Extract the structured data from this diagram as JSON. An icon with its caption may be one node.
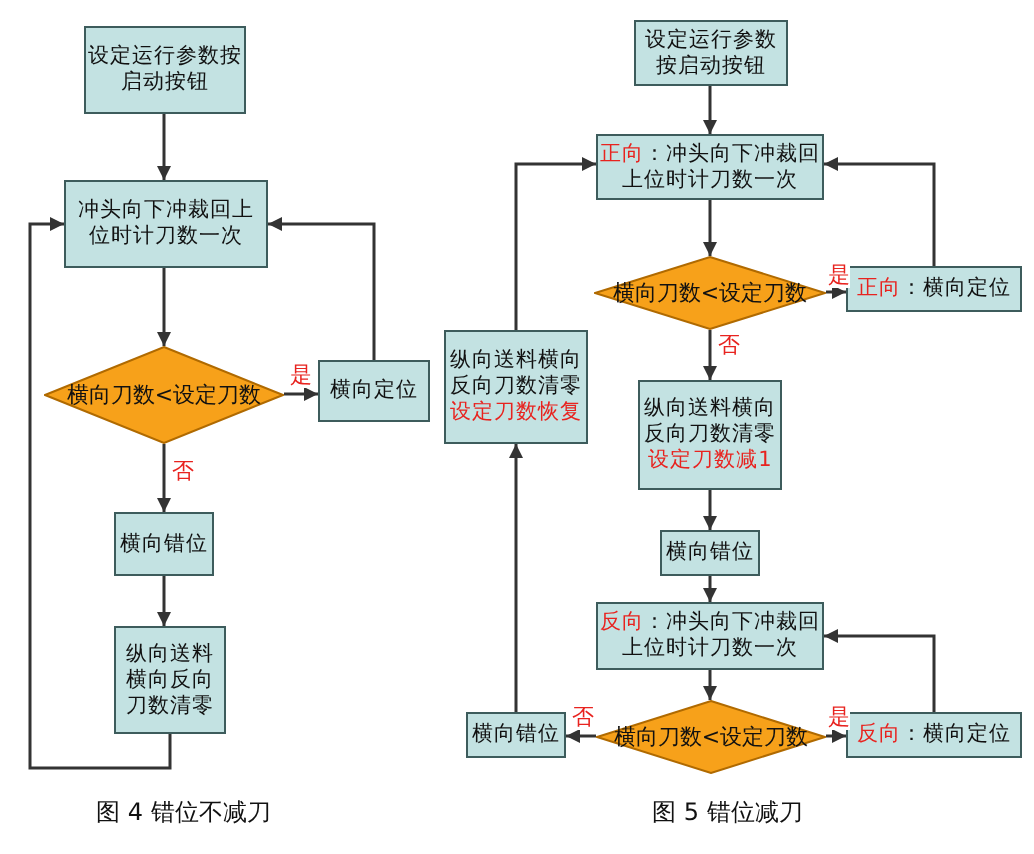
{
  "diagram": {
    "nodes": [
      {
        "text": [
          "设定运行参数按启动按钮"
        ]
      },
      {
        "text": [
          "冲头向下冲裁回上位时计刀数一次"
        ]
      },
      {
        "text": [
          "横向刀数<设定刀数"
        ]
      },
      {
        "text": [
          "横向定位"
        ]
      },
      {
        "text": [
          "横向错位"
        ]
      },
      {
        "text": [
          "纵向送料横向反向刀数清零"
        ]
      },
      {
        "text": [
          "设定运行参数按启动按钮"
        ]
      },
      {
        "text": [
          "*正向*：冲头向下冲裁回上位时计刀数一次"
        ]
      },
      {
        "text": [
          "横向刀数<设定刀数"
        ]
      },
      {
        "text": [
          "*正向*：横向定位"
        ]
      },
      {
        "text": [
          "纵向送料横向反向刀数清零",
          "设定刀数恢复"
        ]
      },
      {
        "text": [
          "纵向送料横向反向刀数清零",
          "设定刀数减1"
        ]
      },
      {
        "text": [
          "横向错位"
        ]
      },
      {
        "text": [
          "*反向*：冲头向下冲裁回上位时计刀数一次"
        ]
      },
      {
        "text": [
          "横向刀数<设定刀数"
        ]
      },
      {
        "text": [
          "横向错位"
        ]
      },
      {
        "text": [
          "*反向*：横向定位"
        ]
      }
    ],
    "edges": [
      {
        "from": 0,
        "to": 1,
        "arrow": "to"
      },
      {
        "from": 1,
        "to": 2,
        "arrow": "to"
      },
      {
        "from": 2,
        "to": 3,
        "arrow": "to",
        "label": "是"
      },
      {
        "from": 3,
        "to": 1,
        "arrow": "to"
      },
      {
        "from": 2,
        "to": 4,
        "arrow": "to",
        "label": "否"
      },
      {
        "from": 4,
        "to": 5,
        "arrow": "to"
      },
      {
        "from": 5,
        "to": 1,
        "arrow": "to"
      },
      {
        "from": 6,
        "to": 7,
        "arrow": "to"
      },
      {
        "from": 7,
        "to": 8,
        "arrow": "to"
      },
      {
        "from": 8,
        "to": 9,
        "arrow": "to",
        "label": "是"
      },
      {
        "from": 9,
        "to": 7,
        "arrow": "to"
      },
      {
        "from": 8,
        "to": 11,
        "arrow": "to",
        "label": "否"
      },
      {
        "from": 11,
        "to": 12,
        "arrow": "to"
      },
      {
        "from": 12,
        "to": 13,
        "arrow": "to"
      },
      {
        "from": 13,
        "to": 14,
        "arrow": "to"
      },
      {
        "from": 14,
        "to": 16,
        "arrow": "to",
        "label": "是"
      },
      {
        "from": 16,
        "to": 13,
        "arrow": "to"
      },
      {
        "from": 14,
        "to": 15,
        "arrow": "to",
        "label": "否"
      },
      {
        "from": 15,
        "to": 10,
        "arrow": "to"
      },
      {
        "from": 10,
        "to": 7,
        "arrow": "to"
      }
    ],
    "labels": [
      "图 4 错位不减刀",
      "图 5 错位减刀"
    ]
  }
}
